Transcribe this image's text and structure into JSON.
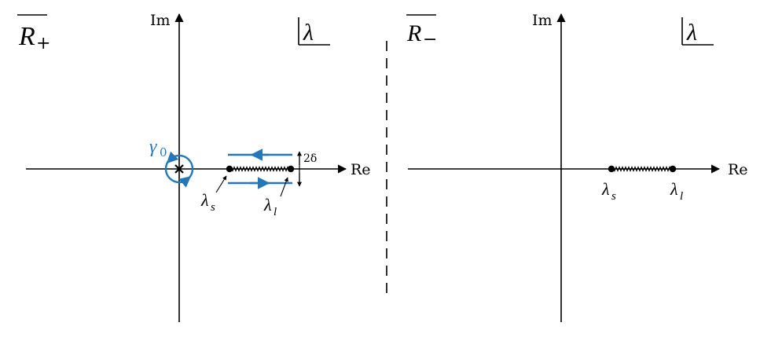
{
  "left_panel": {
    "region_label": "R",
    "region_subscript": "+",
    "plane_label": "λ",
    "axis_re": "Re",
    "axis_im": "Im",
    "contour_label": "γ",
    "contour_subscript": "0",
    "width_label": "2δ",
    "point_s": "λ",
    "point_s_sub": "s",
    "point_l": "λ",
    "point_l_sub": "l"
  },
  "right_panel": {
    "region_label": "R",
    "region_subscript": "−",
    "plane_label": "λ",
    "axis_re": "Re",
    "axis_im": "Im",
    "point_s": "λ",
    "point_s_sub": "s",
    "point_l": "λ",
    "point_l_sub": "l"
  },
  "colors": {
    "axes": "#000000",
    "contour": "#2478b8"
  }
}
